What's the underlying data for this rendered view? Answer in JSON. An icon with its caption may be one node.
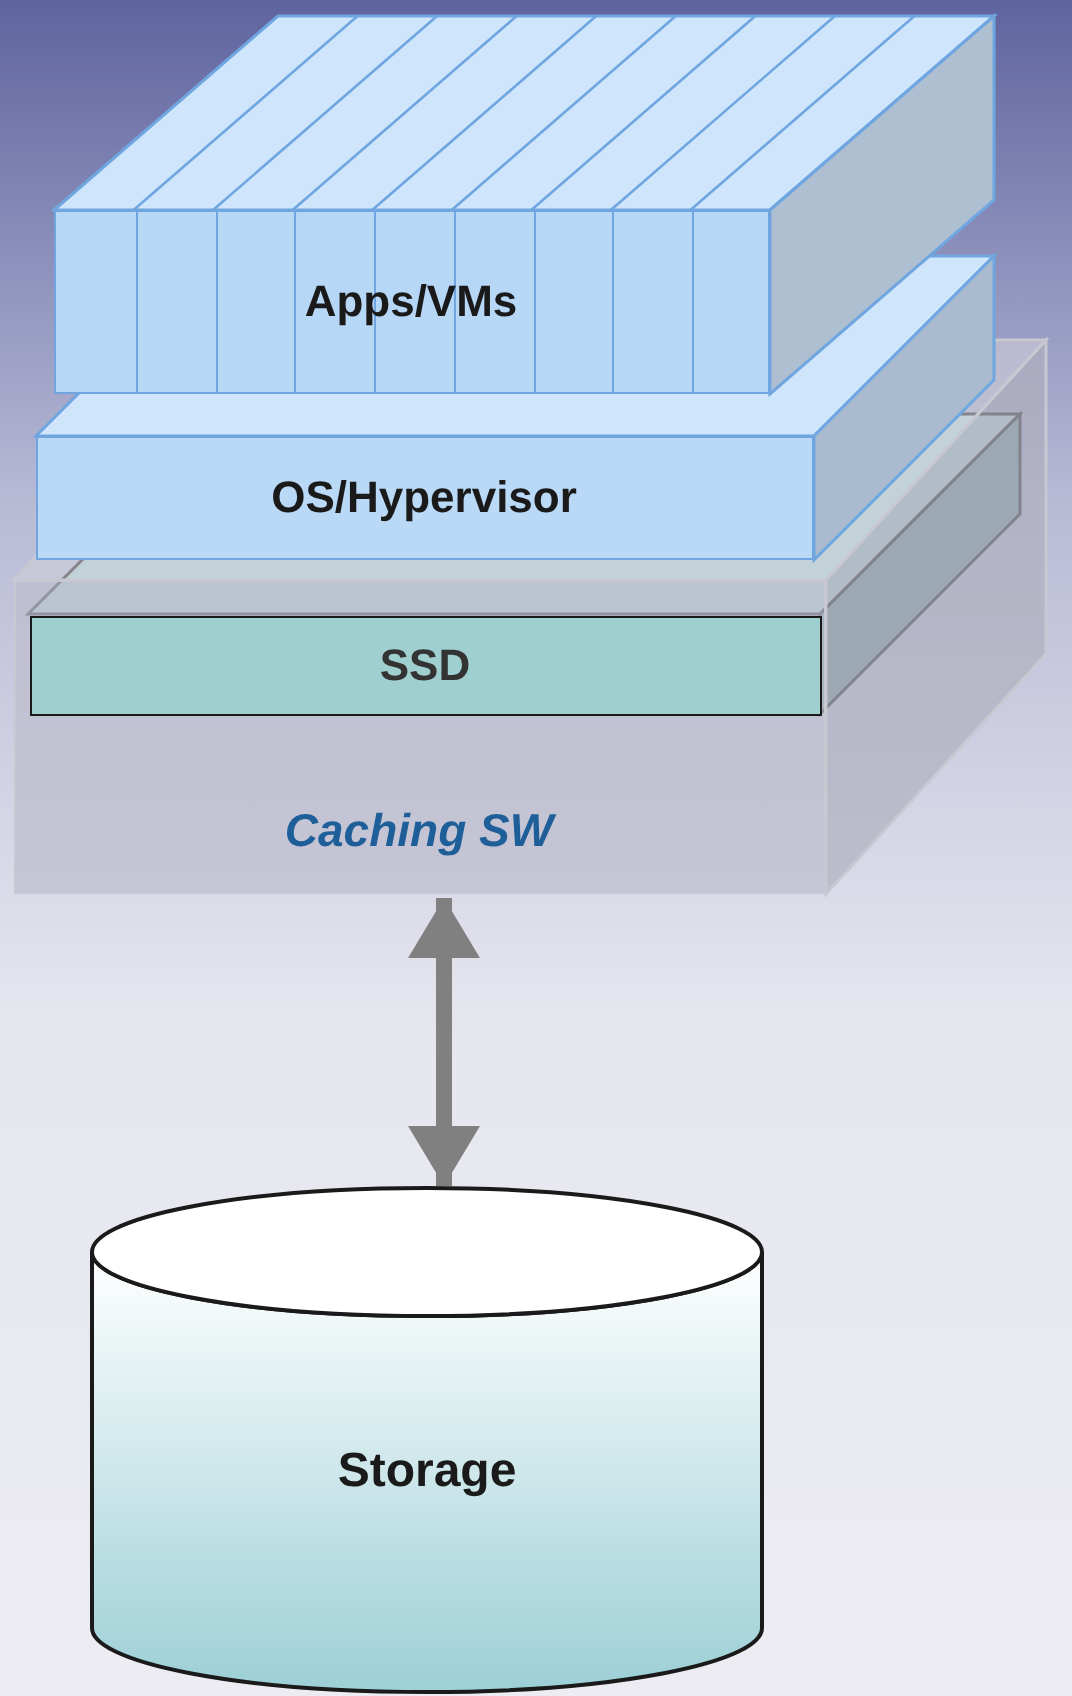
{
  "diagram": {
    "nodes": [
      {
        "text": [
          "Apps/VMs"
        ]
      },
      {
        "text": [
          "OS/Hypervisor"
        ]
      },
      {
        "text": [
          "Caching SW"
        ]
      },
      {
        "text": [
          "SSD"
        ],
        "in": 2
      },
      {
        "text": [
          "Storage"
        ]
      }
    ],
    "edges": [
      {
        "from": 2,
        "to": 4,
        "arrow": "both"
      }
    ]
  }
}
